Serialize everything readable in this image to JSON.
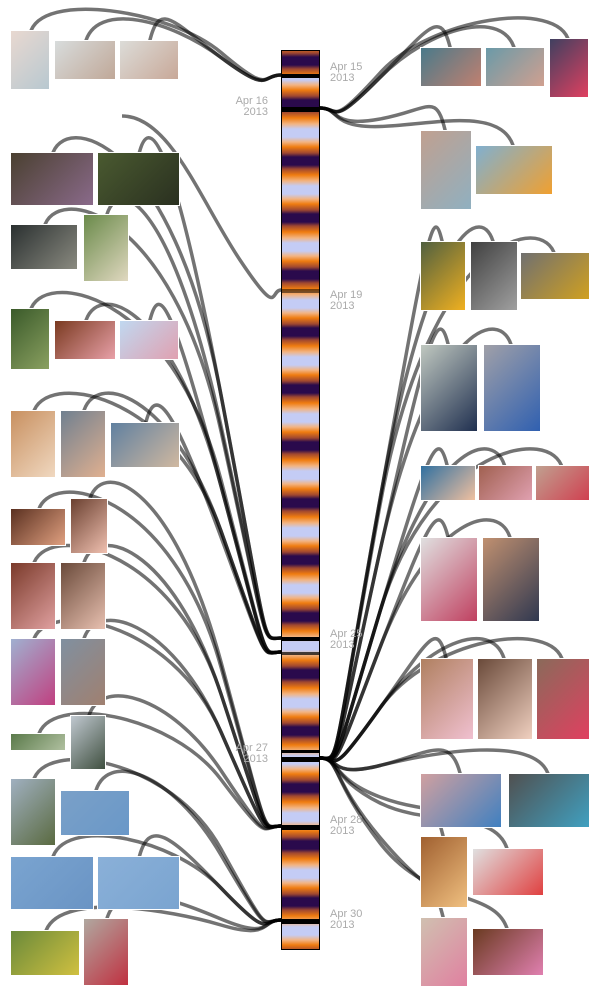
{
  "timeline": {
    "dates": [
      {
        "month_day": "Apr 15",
        "year": "2013"
      },
      {
        "month_day": "Apr 16",
        "year": "2013"
      },
      {
        "month_day": "Apr 19",
        "year": "2013"
      },
      {
        "month_day": "Apr 25",
        "year": "2013"
      },
      {
        "month_day": "Apr 27",
        "year": "2013"
      },
      {
        "month_day": "Apr 28",
        "year": "2013"
      },
      {
        "month_day": "Apr 30",
        "year": "2013"
      }
    ]
  },
  "colors": {
    "day": "#c4ccf5",
    "dusk": "#f07c10",
    "night": "#2a0a4c",
    "link": "#555555",
    "label": "#aaaaaa"
  }
}
